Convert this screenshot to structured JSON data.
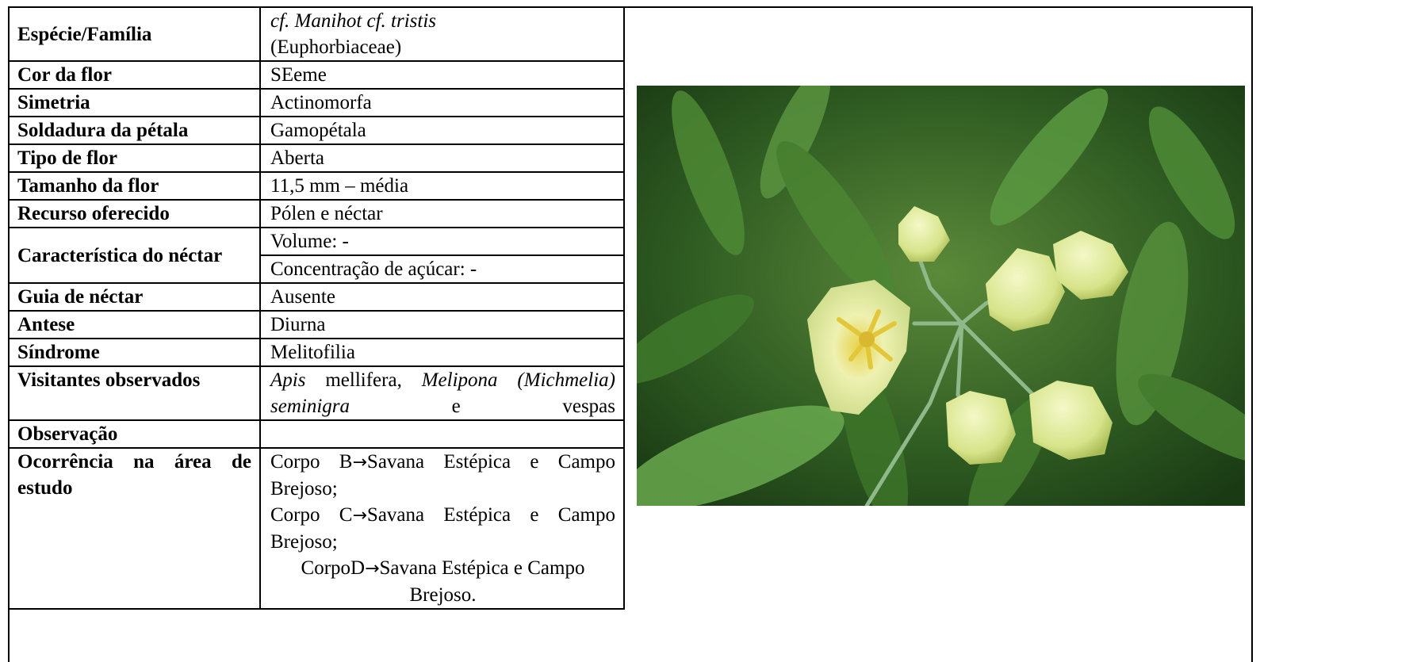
{
  "species": {
    "label": "Espécie/Família",
    "name_italic": "cf. Manihot cf. tristis",
    "family": "(Euphorbiaceae)"
  },
  "rows": [
    {
      "label": "Cor da flor",
      "value": "SEeme"
    },
    {
      "label": "Simetria",
      "value": "Actinomorfa"
    },
    {
      "label": "Soldadura da pétala",
      "value": "Gamopétala"
    },
    {
      "label": "Tipo de flor",
      "value": "Aberta"
    },
    {
      "label": "Tamanho da flor",
      "value": "11,5 mm – média"
    },
    {
      "label": "Recurso oferecido",
      "value": "Pólen e néctar"
    }
  ],
  "nectar": {
    "label": "Característica do néctar",
    "volume": "Volume: -",
    "concentration": "Concentração de açúcar: -"
  },
  "rows2": [
    {
      "label": "Guia de néctar",
      "value": "Ausente"
    },
    {
      "label": "Antese",
      "value": "Diurna"
    },
    {
      "label": "Síndrome",
      "value": "Melitofilia"
    }
  ],
  "visitors": {
    "label": "Visitantes observados",
    "genus1": "Apis",
    "text1": " mellifera, ",
    "genus2": "Melipona (Michmelia) seminigra",
    "text2": " e vespas"
  },
  "observation": {
    "label": "Observação",
    "value": ""
  },
  "occurrence": {
    "label": "Ocorrência na área de estudo",
    "arrow": "→",
    "lines": [
      {
        "body": "Corpo B",
        "rest": "Savana Estépica e Campo Brejoso;"
      },
      {
        "body": "Corpo C",
        "rest": "Savana Estépica e Campo Brejoso;"
      },
      {
        "body": "CorpoD",
        "rest": "Savana Estépica e Campo Brejoso."
      }
    ]
  }
}
